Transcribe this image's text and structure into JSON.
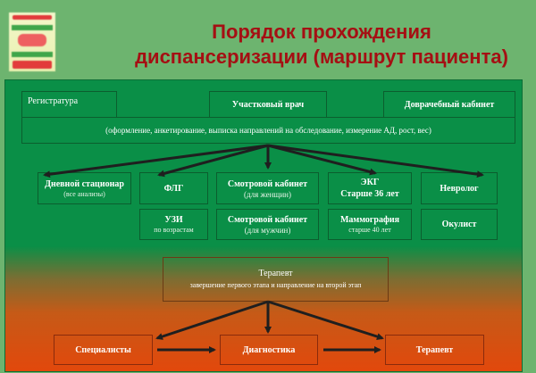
{
  "title": {
    "line1": "Порядок прохождения",
    "line2": "диспансеризации (маршрут пациента)"
  },
  "logo": {
    "icon": "medical-emblem-icon"
  },
  "colors": {
    "background": "#6db46f",
    "panel_green": "#0a8f47",
    "panel_orange": "#e2480c",
    "title_red": "#a50f13",
    "arrow": "#1f1f1f"
  },
  "top_row": {
    "registration": "Регистратура",
    "district_doctor": "Участковый врач",
    "pre_doctor_room": "Доврачебный кабинет",
    "description": "(оформление, анкетирование, выписка направлений на обследование, измерение АД, рост, вес)"
  },
  "exams": [
    {
      "label": "Дневной стационар",
      "note": "(все анализы)"
    },
    {
      "label": "ФЛГ",
      "note": ""
    },
    {
      "label": "Смотровой кабинет",
      "note": "(для женщин)"
    },
    {
      "label": "ЭКГ",
      "note": "Старше 36 лет"
    },
    {
      "label": "Невролог",
      "note": ""
    },
    {
      "label": "УЗИ",
      "note": "по возрастам"
    },
    {
      "label": "Смотровой кабинет",
      "note": "(для мужчин)"
    },
    {
      "label": "Маммография",
      "note": "старше 40 лет"
    },
    {
      "label": "Окулист",
      "note": ""
    }
  ],
  "therapist": {
    "label": "Терапевт",
    "note": "завершение первого этапа и направление на второй этап"
  },
  "second_stage": [
    {
      "label": "Специалисты"
    },
    {
      "label": "Диагностика"
    },
    {
      "label": "Терапевт"
    }
  ]
}
